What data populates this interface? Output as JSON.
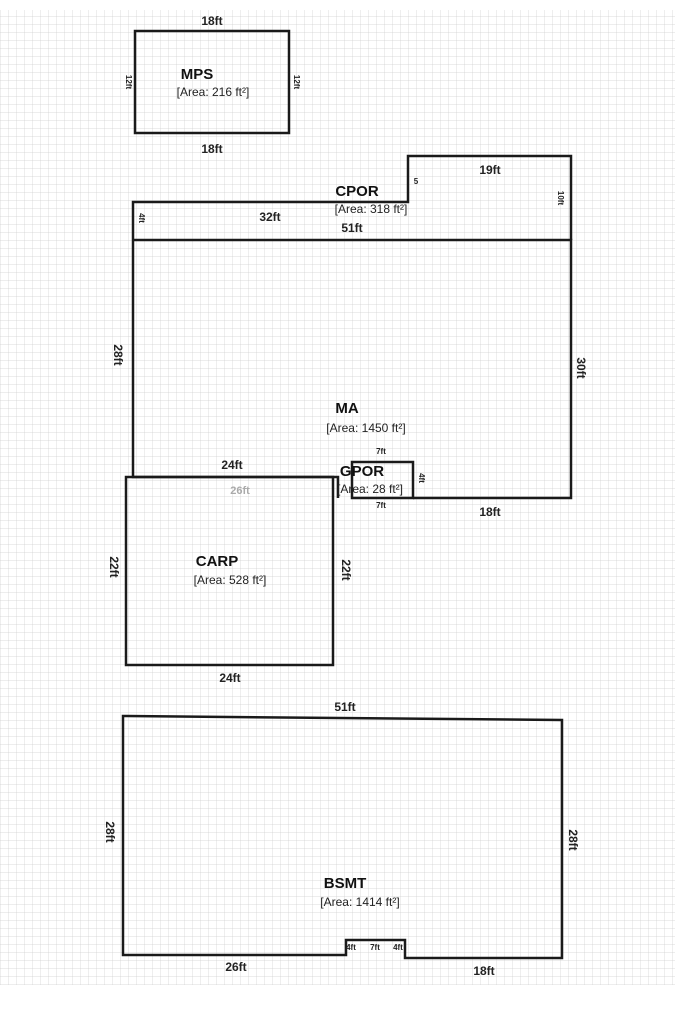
{
  "rooms": {
    "mps": {
      "name": "MPS",
      "area": "[Area: 216 ft²]",
      "top": "18ft",
      "bottom": "18ft",
      "left": "12ft",
      "right": "12ft"
    },
    "cpor": {
      "name": "CPOR",
      "area": "[Area: 318 ft²]",
      "upper_top": "19ft",
      "upper_left": "5",
      "upper_right": "10ft",
      "strip_left": "4ft",
      "strip_top": "32ft",
      "bottom": "51ft"
    },
    "ma": {
      "name": "MA",
      "area": "[Area: 1450 ft²]",
      "left": "28ft",
      "right": "30ft",
      "bottom_right": "18ft",
      "bottom_left": "24ft",
      "ghost": "26ft"
    },
    "gpor": {
      "name": "GPOR",
      "area": "[Area: 28 ft²]",
      "top": "7ft",
      "bottom": "7ft",
      "right": "4ft"
    },
    "carp": {
      "name": "CARP",
      "area": "[Area: 528 ft²]",
      "left": "22ft",
      "right": "22ft",
      "bottom": "24ft"
    },
    "bsmt": {
      "name": "BSMT",
      "area": "[Area: 1414 ft²]",
      "top": "51ft",
      "left": "28ft",
      "right": "28ft",
      "bottom_left": "26ft",
      "bottom_right": "18ft",
      "notch_left": "4ft",
      "notch_top": "7ft",
      "notch_right": "4ft"
    }
  }
}
